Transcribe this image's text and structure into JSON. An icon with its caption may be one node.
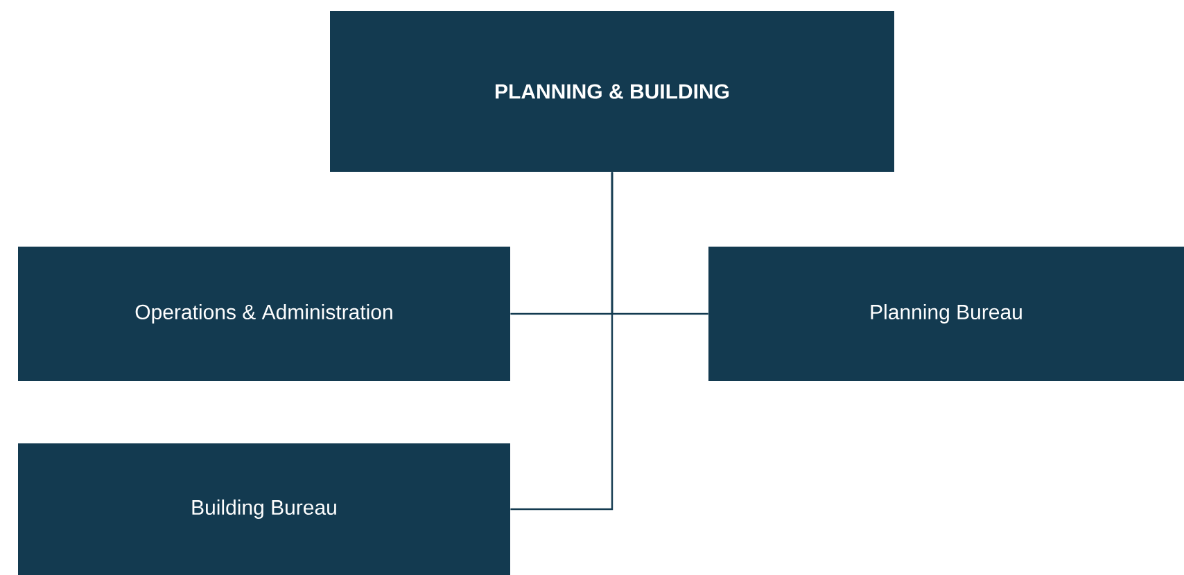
{
  "diagram": {
    "nodes": [
      {
        "text": [
          "PLANNING & BUILDING"
        ]
      },
      {
        "text": [
          "Operations & Administration"
        ]
      },
      {
        "text": [
          "Planning Bureau"
        ]
      },
      {
        "text": [
          "Building Bureau"
        ]
      }
    ],
    "edges": [
      {
        "from": 0,
        "to": 1,
        "arrow": "none"
      },
      {
        "from": 0,
        "to": 2,
        "arrow": "none"
      },
      {
        "from": 0,
        "to": 3,
        "arrow": "none"
      }
    ]
  }
}
